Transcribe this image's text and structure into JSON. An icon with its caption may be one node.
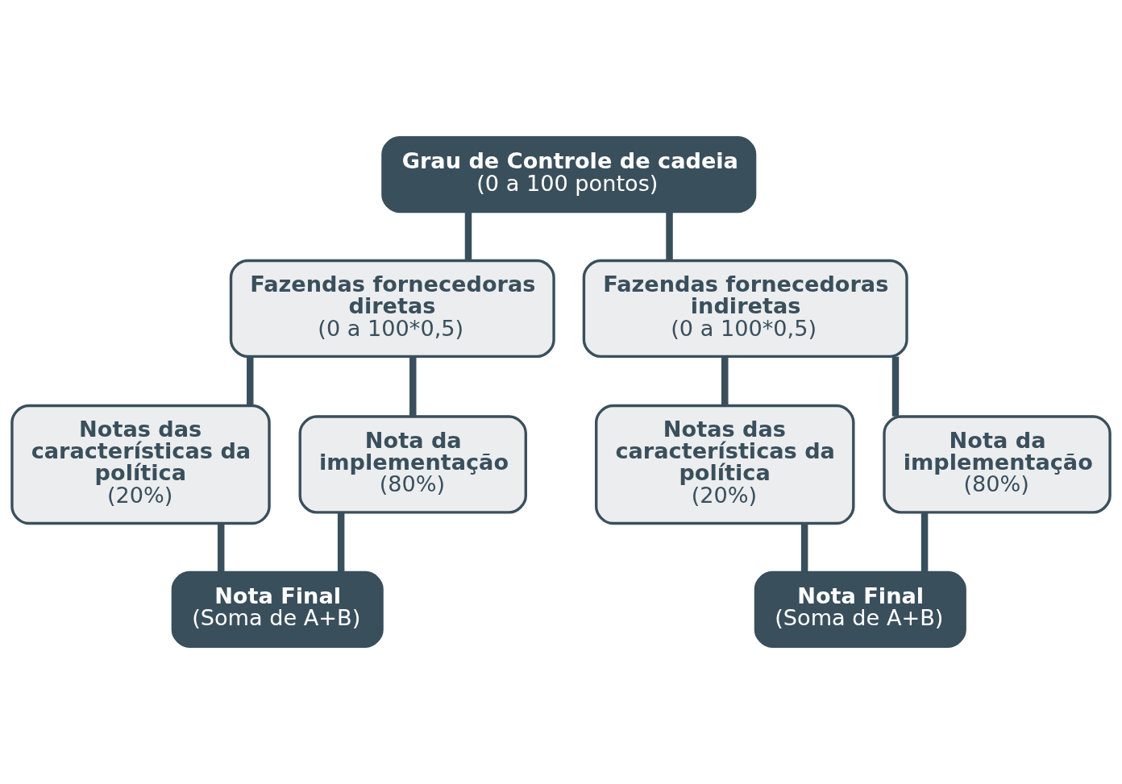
{
  "diagram": {
    "nodes": [
      {
        "text": [
          "Grau de Controle de cadeia",
          "(0 a 100 pontos)"
        ]
      },
      {
        "text": [
          "Fazendas fornecedoras diretas",
          "(0 a 100*0,5)"
        ]
      },
      {
        "text": [
          "Fazendas fornecedoras indiretas",
          "(0 a 100*0,5)"
        ]
      },
      {
        "text": [
          "Notas das características da política",
          "(20%)"
        ]
      },
      {
        "text": [
          "Nota da implementação",
          "(80%)"
        ]
      },
      {
        "text": [
          "Nota Final",
          "(Soma de A+B)"
        ]
      },
      {
        "text": [
          "Notas das características da política",
          "(20%)"
        ]
      },
      {
        "text": [
          "Nota da implementação",
          "(80%)"
        ]
      },
      {
        "text": [
          "Nota Final",
          "(Soma de A+B)"
        ]
      }
    ],
    "edges": [
      {
        "from": 0,
        "to": 1,
        "arrow": "none"
      },
      {
        "from": 0,
        "to": 2,
        "arrow": "none"
      },
      {
        "from": 1,
        "to": 3,
        "arrow": "none"
      },
      {
        "from": 1,
        "to": 4,
        "arrow": "none"
      },
      {
        "from": 3,
        "to": 5,
        "arrow": "none"
      },
      {
        "from": 4,
        "to": 5,
        "arrow": "none"
      },
      {
        "from": 2,
        "to": 6,
        "arrow": "none"
      },
      {
        "from": 2,
        "to": 7,
        "arrow": "none"
      },
      {
        "from": 6,
        "to": 8,
        "arrow": "none"
      },
      {
        "from": 7,
        "to": 8,
        "arrow": "none"
      }
    ]
  }
}
